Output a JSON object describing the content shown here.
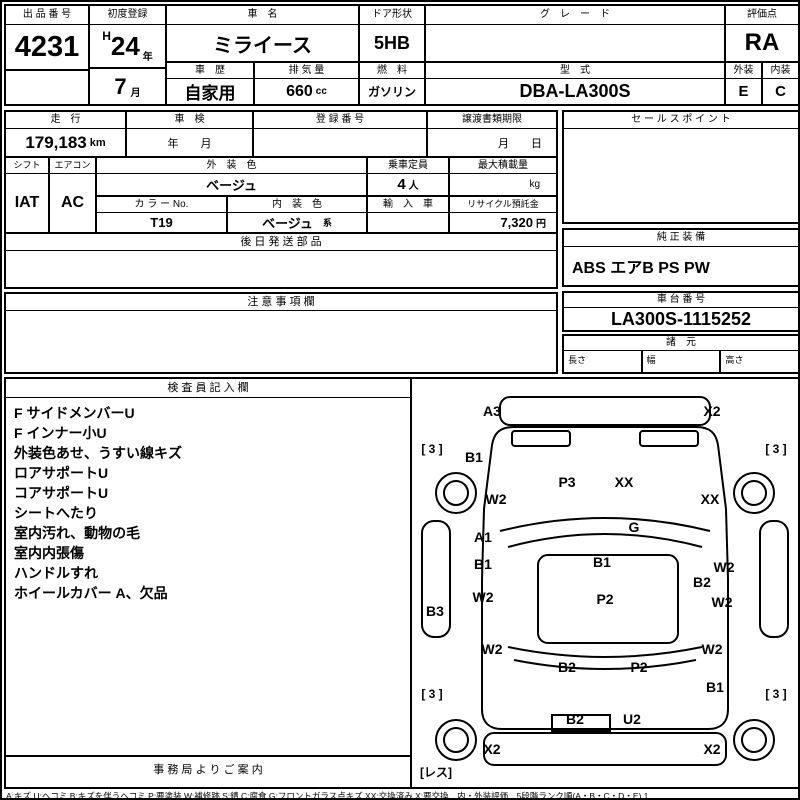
{
  "top": {
    "auction_no": {
      "label": "出 品 番 号",
      "value": "4231"
    },
    "first_reg": {
      "label": "初度登録",
      "era": "H",
      "year": "24",
      "year_unit": "年",
      "month": "7",
      "month_unit": "月"
    },
    "car_name": {
      "label": "車　名",
      "value": "ミライース"
    },
    "doors": {
      "label": "ドア形状",
      "value": "5HB"
    },
    "grade": {
      "label": "グ　レ　ー　ド",
      "value": ""
    },
    "score": {
      "label": "評価点",
      "value": "RA"
    },
    "history": {
      "label": "車　歴",
      "value": "自家用"
    },
    "displacement": {
      "label": "排 気 量",
      "value": "660",
      "unit": "cc"
    },
    "fuel": {
      "label": "燃　料",
      "value": "ガソリン"
    },
    "model": {
      "label": "型　式",
      "value": "DBA-LA300S"
    },
    "exterior": {
      "label": "外装",
      "value": "E"
    },
    "interior": {
      "label": "内装",
      "value": "C"
    }
  },
  "mid": {
    "mileage": {
      "label": "走　行",
      "value": "179,183",
      "unit": "km"
    },
    "inspection": {
      "label": "車　検",
      "placeholder": "年　　月"
    },
    "reg_no": {
      "label": "登 録 番 号",
      "value": ""
    },
    "transfer": {
      "label": "譲渡書類期限",
      "placeholder": "月　　日"
    },
    "sales_point": {
      "label": "セ ー ル ス ポ イ ン ト",
      "value": ""
    },
    "shift": {
      "label": "シフト",
      "value": "IAT"
    },
    "aircon": {
      "label": "エアコン",
      "value": "AC"
    },
    "ext_color": {
      "label": "外　装　色",
      "value": "ベージュ"
    },
    "capacity": {
      "label": "乗車定員",
      "value": "4",
      "unit": "人"
    },
    "max_load": {
      "label": "最大積載量",
      "value": "",
      "unit": "kg"
    },
    "color_no": {
      "label": "カ ラ ー No.",
      "value": "T19"
    },
    "int_color": {
      "label": "内　装　色",
      "value": "ベージュ",
      "suffix": "系"
    },
    "import_car": {
      "label": "輸　入　車",
      "value": ""
    },
    "recycle": {
      "label": "リサイクル預託金",
      "value": "7,320",
      "unit": "円"
    }
  },
  "lower": {
    "later_parts": {
      "label": "後 日 発 送 部 品",
      "value": ""
    },
    "equipment": {
      "label": "純 正 装 備",
      "value": "ABS エアB PS PW"
    },
    "caution": {
      "label": "注 意 事 項 欄",
      "value": ""
    },
    "chassis": {
      "label": "車 台 番 号",
      "value": "LA300S-1115252"
    },
    "spec": {
      "label": "諸　元",
      "length_label": "長さ",
      "width_label": "幅",
      "height_label": "高さ"
    }
  },
  "inspector": {
    "label": "検 査 員 記 入 欄",
    "lines": [
      "F サイドメンバーU",
      "F インナー小U",
      "外装色あせ、うすい線キズ",
      "ロアサポートU",
      "コアサポートU",
      "シートへたり",
      "室内汚れ、動物の毛",
      "室内内張傷",
      "ハンドルすれ",
      "ホイールカバー A、欠品"
    ]
  },
  "office": {
    "label": "事 務 局 よ り ご 案 内"
  },
  "diagram": {
    "marks": [
      "A3",
      "X2",
      "[ 3 ]",
      "[ 3 ]",
      "B1",
      "P3",
      "XX",
      "W2",
      "XX",
      "A1",
      "G",
      "B1",
      "B1",
      "W2",
      "B2",
      "W2",
      "P2",
      "W2",
      "B3",
      "W2",
      "W2",
      "B2",
      "P2",
      "B1",
      "[ 3 ]",
      "[ 3 ]",
      "B2",
      "U2",
      "X2",
      "X2",
      "[レス]"
    ]
  },
  "legend": "A:キズ U:ヘコミ B:キズを伴うヘコミ P:要塗装 W:補修跡 S:錆 C:腐食 G:フロントガラス点キズ XX:交換済み X:要交換　内・外装評価　5段階ランク順(A・B・C・D・E) 1"
}
